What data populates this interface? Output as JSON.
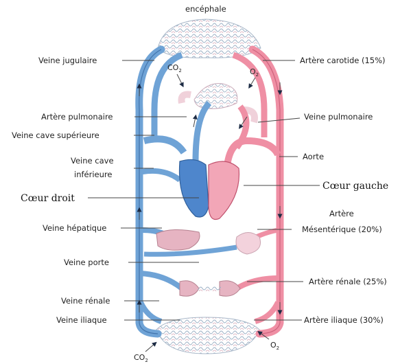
{
  "labels": {
    "encephale": "encéphale",
    "veine_jugulaire": "Veine jugulaire",
    "artere_carotide": "Artère carotide (15%)",
    "artere_pulmonaire": "Artère pulmonaire",
    "veine_pulmonaire": "Veine pulmonaire",
    "veine_cave_superieure": "Veine cave  supérieure",
    "veine_cave_inferieure_1": "Veine cave",
    "veine_cave_inferieure_2": "inférieure",
    "aorte": "Aorte",
    "coeur_gauche": "Cœur gauche",
    "coeur_droit": "Cœur droit",
    "artere_mesenterique_1": "Artère",
    "artere_mesenterique_2": "Mésentérique (20%)",
    "veine_hepatique": "Veine hépatique",
    "veine_porte": "Veine porte",
    "artere_renale": "Artère rénale (25%)",
    "veine_renale": "Veine rénale",
    "veine_iliaque": "Veine iliaque",
    "artere_iliaque": "Artère iliaque (30%)"
  },
  "gases": {
    "co2_top": {
      "main": "CO",
      "sub": "2"
    },
    "o2_top": {
      "main": "O",
      "sub": "2"
    },
    "co2_bottom": {
      "main": "CO",
      "sub": "2"
    },
    "o2_bottom": {
      "main": "O",
      "sub": "2"
    }
  },
  "colors": {
    "venous": "#6fa3d6",
    "venous_dark": "#2f5f9a",
    "arterial": "#ef8fa4",
    "arterial_dark": "#c0506c",
    "capillary": "#b9c8d8",
    "organ": "#e8b8c6"
  }
}
